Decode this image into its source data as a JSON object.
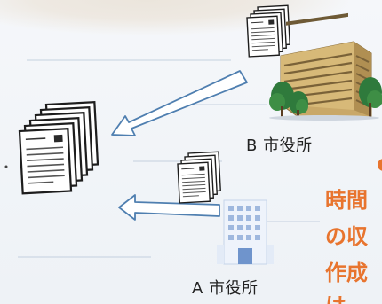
{
  "labels": {
    "city_b": "B 市役所",
    "city_a": "A 市役所"
  },
  "side_text": {
    "line1": "時間",
    "line2": "の収",
    "line3": "作成",
    "line4": "は"
  },
  "colors": {
    "accent_orange": "#e8742e",
    "arrow_blue": "#4f7fb0",
    "building_tan": "#c9a868",
    "tree_green": "#2f7a3c",
    "office_blue": "#9fb8de",
    "text_dark": "#222222"
  },
  "icons": {
    "documents_large": "document-stack-icon",
    "documents_small": "document-stack-icon",
    "building_b": "city-hall-building-icon",
    "building_a": "office-building-icon",
    "arrows": "arrow-left-icon"
  }
}
